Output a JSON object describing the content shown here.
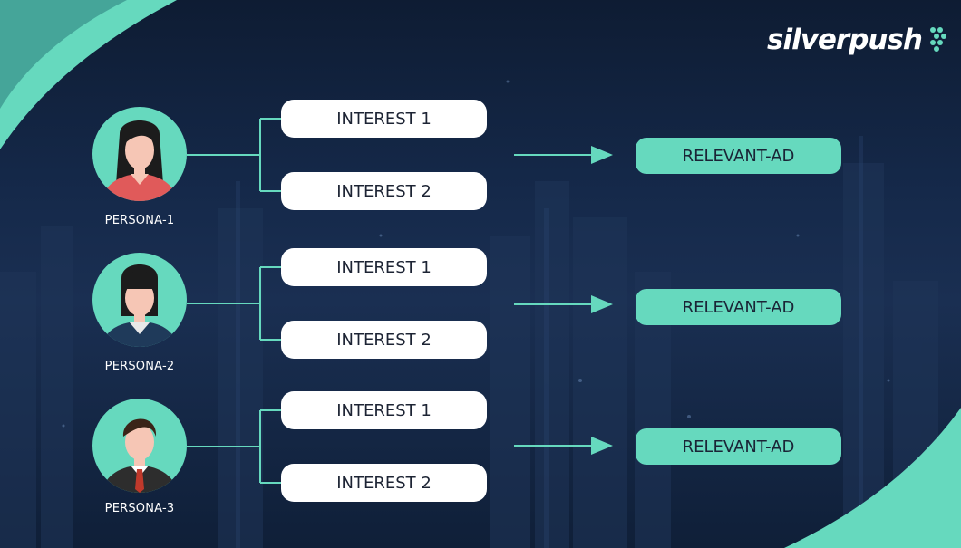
{
  "brand": {
    "logo_text": "silverpush",
    "accent_color": "#66d9be",
    "background_color": "#15294a"
  },
  "personas": [
    {
      "label": "PERSONA-1",
      "avatar_icon": "woman-long-hair-avatar",
      "interests": [
        "INTEREST 1",
        "INTEREST 2"
      ],
      "result": "RELEVANT-AD"
    },
    {
      "label": "PERSONA-2",
      "avatar_icon": "woman-bangs-avatar",
      "interests": [
        "INTEREST 1",
        "INTEREST 2"
      ],
      "result": "RELEVANT-AD"
    },
    {
      "label": "PERSONA-3",
      "avatar_icon": "man-tie-avatar",
      "interests": [
        "INTEREST 1",
        "INTEREST 2"
      ],
      "result": "RELEVANT-AD"
    }
  ]
}
